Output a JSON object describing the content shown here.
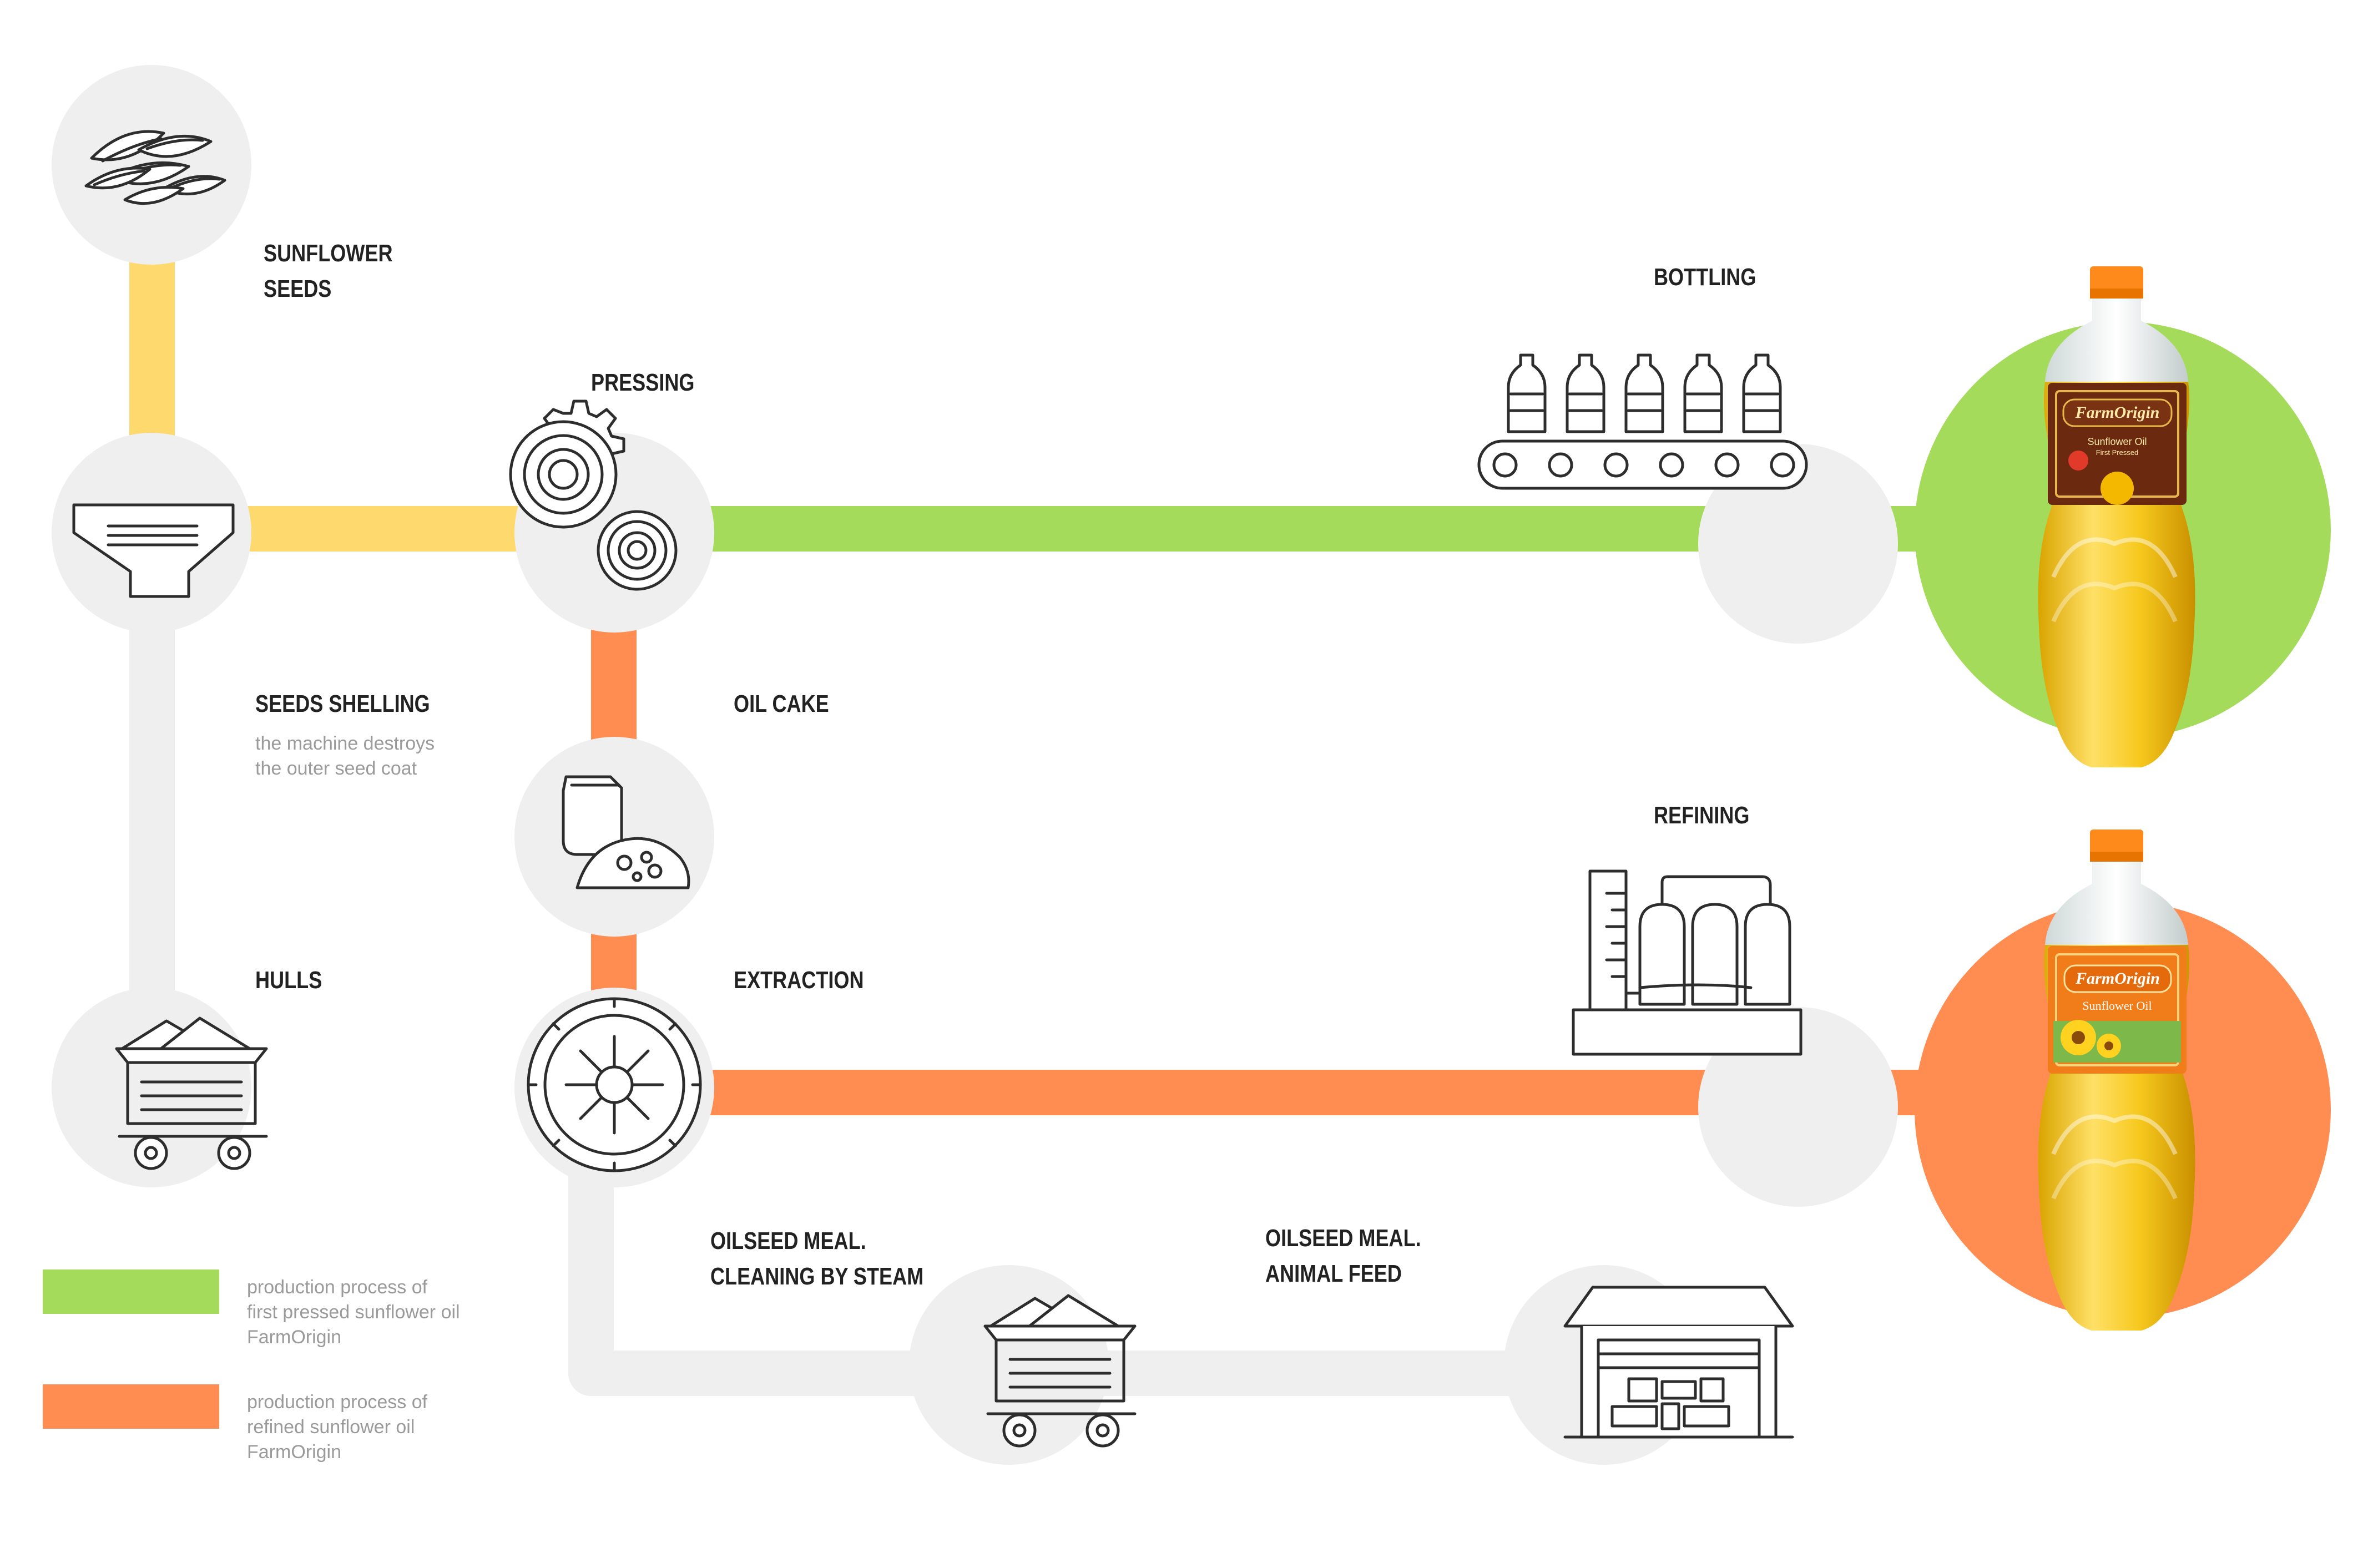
{
  "steps": {
    "seeds": {
      "line1": "SUNFLOWER",
      "line2": "SEEDS"
    },
    "pressing": {
      "label": "PRESSING"
    },
    "bottling": {
      "label": "BOTTLING"
    },
    "seeds_shelling": {
      "label": "SEEDS SHELLING",
      "desc1": "the machine destroys",
      "desc2": "the outer seed coat"
    },
    "oil_cake": {
      "label": "OIL CAKE"
    },
    "refining": {
      "label": "REFINING"
    },
    "hulls": {
      "label": "HULLS"
    },
    "extraction": {
      "label": "EXTRACTION"
    },
    "meal_steam": {
      "line1": "OILSEED MEAL.",
      "line2": "CLEANING BY STEAM"
    },
    "meal_feed": {
      "line1": "OILSEED MEAL.",
      "line2": "ANIMAL FEED"
    }
  },
  "legend": [
    {
      "color": "#a5db5a",
      "line1": "production process of",
      "line2": "first pressed sunflower oil",
      "line3": "FarmOrigin"
    },
    {
      "color": "#ff8c50",
      "line1": "production process of",
      "line2": "refined sunflower oil",
      "line3": "FarmOrigin"
    }
  ],
  "products": {
    "first": {
      "brand": "FarmOrigin",
      "name": "Sunflower Oil",
      "sub": "First Pressed"
    },
    "refined": {
      "brand": "FarmOrigin",
      "name": "Sunflower Oil"
    }
  },
  "colors": {
    "yellow": "#fdd96e",
    "green": "#a5db5a",
    "orange": "#ff8c50",
    "gray": "#efefef",
    "icon": "#2d2d2d"
  },
  "icons": [
    "seeds-icon",
    "hopper-icon",
    "gears-icon",
    "conveyor-bottles-icon",
    "oil-cake-icon",
    "refinery-icon",
    "mine-cart-icon",
    "extractor-icon",
    "warehouse-icon"
  ]
}
